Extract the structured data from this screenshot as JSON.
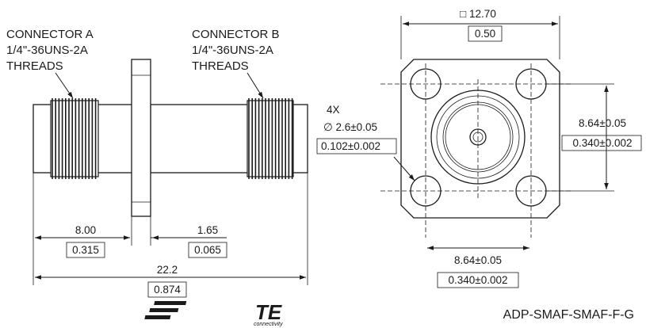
{
  "connector_a": {
    "line1": "CONNECTOR A",
    "line2": "1/4\"-36UNS-2A",
    "line3": "THREADS"
  },
  "connector_b": {
    "line1": "CONNECTOR B",
    "line2": "1/4\"-36UNS-2A",
    "line3": "THREADS"
  },
  "dimensions": {
    "length_a": {
      "mm": "8.00",
      "in": "0.315"
    },
    "flange_thickness": {
      "mm": "1.65",
      "in": "0.065"
    },
    "overall_length": {
      "mm": "22.2",
      "in": "0.874"
    },
    "flange_square": {
      "mm": "□ 12.70",
      "in": "0.50"
    },
    "hole_spacing_vertical": {
      "mm": "8.64±0.05",
      "in": "0.340±0.002"
    },
    "hole_spacing_horizontal": {
      "mm": "8.64±0.05",
      "in": "0.340±0.002"
    },
    "mounting_holes": {
      "count": "4X",
      "mm": "∅ 2.6±0.05",
      "in": "0.102±0.002"
    }
  },
  "logo": {
    "brand": "TE",
    "tagline": "connectivity"
  },
  "part_number": "ADP-SMAF-SMAF-F-G"
}
